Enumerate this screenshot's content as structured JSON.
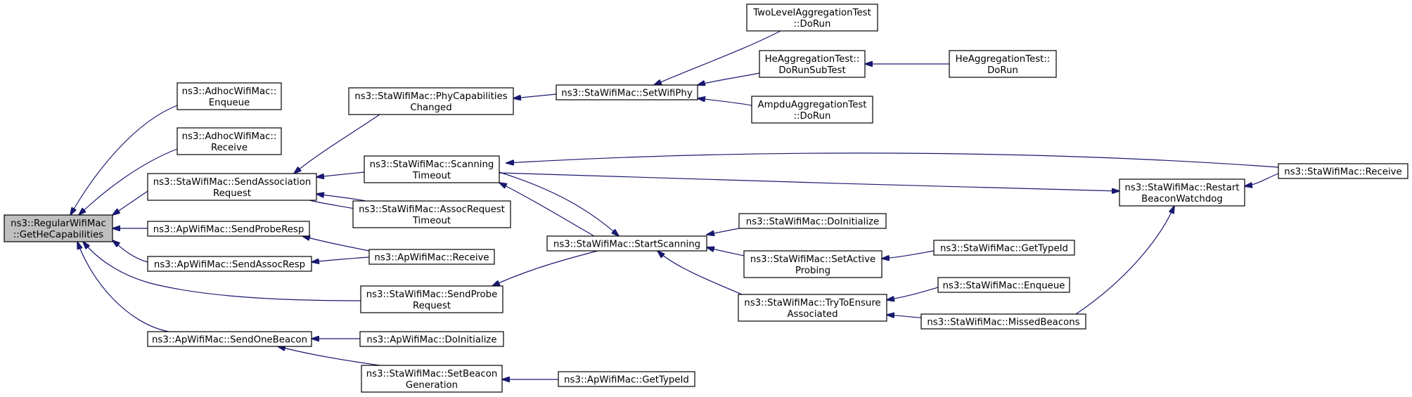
{
  "graph": {
    "nodes": [
      {
        "id": "root",
        "lines": [
          "ns3::RegularWifiMac",
          "::GetHeCapabilities"
        ],
        "root": true
      },
      {
        "id": "adhoc_enqueue",
        "lines": [
          "ns3::AdhocWifiMac::",
          "Enqueue"
        ]
      },
      {
        "id": "adhoc_receive",
        "lines": [
          "ns3::AdhocWifiMac::",
          "Receive"
        ]
      },
      {
        "id": "sta_sendassoc",
        "lines": [
          "ns3::StaWifiMac::SendAssociation",
          "Request"
        ]
      },
      {
        "id": "ap_sendproberesp",
        "lines": [
          "ns3::ApWifiMac::SendProbeResp"
        ]
      },
      {
        "id": "ap_sendassocresp",
        "lines": [
          "ns3::ApWifiMac::SendAssocResp"
        ]
      },
      {
        "id": "ap_sendonebeacon",
        "lines": [
          "ns3::ApWifiMac::SendOneBeacon"
        ]
      },
      {
        "id": "sta_phycap",
        "lines": [
          "ns3::StaWifiMac::PhyCapabilities",
          "Changed"
        ]
      },
      {
        "id": "sta_scantimeout",
        "lines": [
          "ns3::StaWifiMac::Scanning",
          "Timeout"
        ]
      },
      {
        "id": "sta_assocreqtimeout",
        "lines": [
          "ns3::StaWifiMac::AssocRequest",
          "Timeout"
        ]
      },
      {
        "id": "ap_receive",
        "lines": [
          "ns3::ApWifiMac::Receive"
        ]
      },
      {
        "id": "sta_sendprobe",
        "lines": [
          "ns3::StaWifiMac::SendProbe",
          "Request"
        ]
      },
      {
        "id": "ap_doinit",
        "lines": [
          "ns3::ApWifiMac::DoInitialize"
        ]
      },
      {
        "id": "ap_setbeacongen",
        "lines": [
          "ns3::StaWifiMac::SetBeacon",
          "Generation"
        ]
      },
      {
        "id": "sta_setwifiphy",
        "lines": [
          "ns3::StaWifiMac::SetWifiPhy"
        ]
      },
      {
        "id": "sta_startscanning",
        "lines": [
          "ns3::StaWifiMac::StartScanning"
        ]
      },
      {
        "id": "ap_gettypeid",
        "lines": [
          "ns3::ApWifiMac::GetTypeId"
        ]
      },
      {
        "id": "twolevel_dorun",
        "lines": [
          "TwoLevelAggregationTest",
          "::DoRun"
        ]
      },
      {
        "id": "he_dorunsubtest",
        "lines": [
          "HeAggregationTest::",
          "DoRunSubTest"
        ]
      },
      {
        "id": "ampdu_dorun",
        "lines": [
          "AmpduAggregationTest",
          "::DoRun"
        ]
      },
      {
        "id": "sta_doinit",
        "lines": [
          "ns3::StaWifiMac::DoInitialize"
        ]
      },
      {
        "id": "sta_setactiveprobing",
        "lines": [
          "ns3::StaWifiMac::SetActive",
          "Probing"
        ]
      },
      {
        "id": "sta_trytoensure",
        "lines": [
          "ns3::StaWifiMac::TryToEnsure",
          "Associated"
        ]
      },
      {
        "id": "he_dorun",
        "lines": [
          "HeAggregationTest::",
          "DoRun"
        ]
      },
      {
        "id": "sta_gettypeid",
        "lines": [
          "ns3::StaWifiMac::GetTypeId"
        ]
      },
      {
        "id": "sta_enqueue",
        "lines": [
          "ns3::StaWifiMac::Enqueue"
        ]
      },
      {
        "id": "sta_missedbeacons",
        "lines": [
          "ns3::StaWifiMac::MissedBeacons"
        ]
      },
      {
        "id": "sta_restartbeacon",
        "lines": [
          "ns3::StaWifiMac::Restart",
          "BeaconWatchdog"
        ]
      },
      {
        "id": "sta_receive",
        "lines": [
          "ns3::StaWifiMac::Receive"
        ]
      }
    ],
    "edges": [
      {
        "from": "adhoc_enqueue",
        "to": "root"
      },
      {
        "from": "adhoc_receive",
        "to": "root"
      },
      {
        "from": "sta_sendassoc",
        "to": "root"
      },
      {
        "from": "ap_sendproberesp",
        "to": "root"
      },
      {
        "from": "ap_sendassocresp",
        "to": "root"
      },
      {
        "from": "sta_sendprobe",
        "to": "root"
      },
      {
        "from": "ap_sendonebeacon",
        "to": "root"
      },
      {
        "from": "sta_phycap",
        "to": "sta_sendassoc"
      },
      {
        "from": "sta_scantimeout",
        "to": "sta_sendassoc"
      },
      {
        "from": "sta_assocreqtimeout",
        "to": "sta_sendassoc"
      },
      {
        "from": "sta_sendassoc",
        "to": "sta_assocreqtimeout"
      },
      {
        "from": "ap_receive",
        "to": "ap_sendproberesp"
      },
      {
        "from": "ap_receive",
        "to": "ap_sendassocresp"
      },
      {
        "from": "sta_startscanning",
        "to": "sta_sendprobe"
      },
      {
        "from": "ap_doinit",
        "to": "ap_sendonebeacon"
      },
      {
        "from": "ap_setbeacongen",
        "to": "ap_sendonebeacon"
      },
      {
        "from": "sta_setwifiphy",
        "to": "sta_phycap"
      },
      {
        "from": "sta_startscanning",
        "to": "sta_scantimeout"
      },
      {
        "from": "sta_scantimeout",
        "to": "sta_startscanning"
      },
      {
        "from": "sta_receive",
        "to": "sta_scantimeout"
      },
      {
        "from": "sta_scantimeout",
        "to": "sta_restartbeacon"
      },
      {
        "from": "ap_gettypeid",
        "to": "ap_setbeacongen"
      },
      {
        "from": "twolevel_dorun",
        "to": "sta_setwifiphy"
      },
      {
        "from": "he_dorunsubtest",
        "to": "sta_setwifiphy"
      },
      {
        "from": "ampdu_dorun",
        "to": "sta_setwifiphy"
      },
      {
        "from": "he_dorun",
        "to": "he_dorunsubtest"
      },
      {
        "from": "sta_doinit",
        "to": "sta_startscanning"
      },
      {
        "from": "sta_setactiveprobing",
        "to": "sta_startscanning"
      },
      {
        "from": "sta_trytoensure",
        "to": "sta_startscanning"
      },
      {
        "from": "sta_gettypeid",
        "to": "sta_setactiveprobing"
      },
      {
        "from": "sta_enqueue",
        "to": "sta_trytoensure"
      },
      {
        "from": "sta_missedbeacons",
        "to": "sta_trytoensure"
      },
      {
        "from": "sta_missedbeacons",
        "to": "sta_restartbeacon"
      },
      {
        "from": "sta_receive",
        "to": "sta_restartbeacon"
      }
    ]
  }
}
